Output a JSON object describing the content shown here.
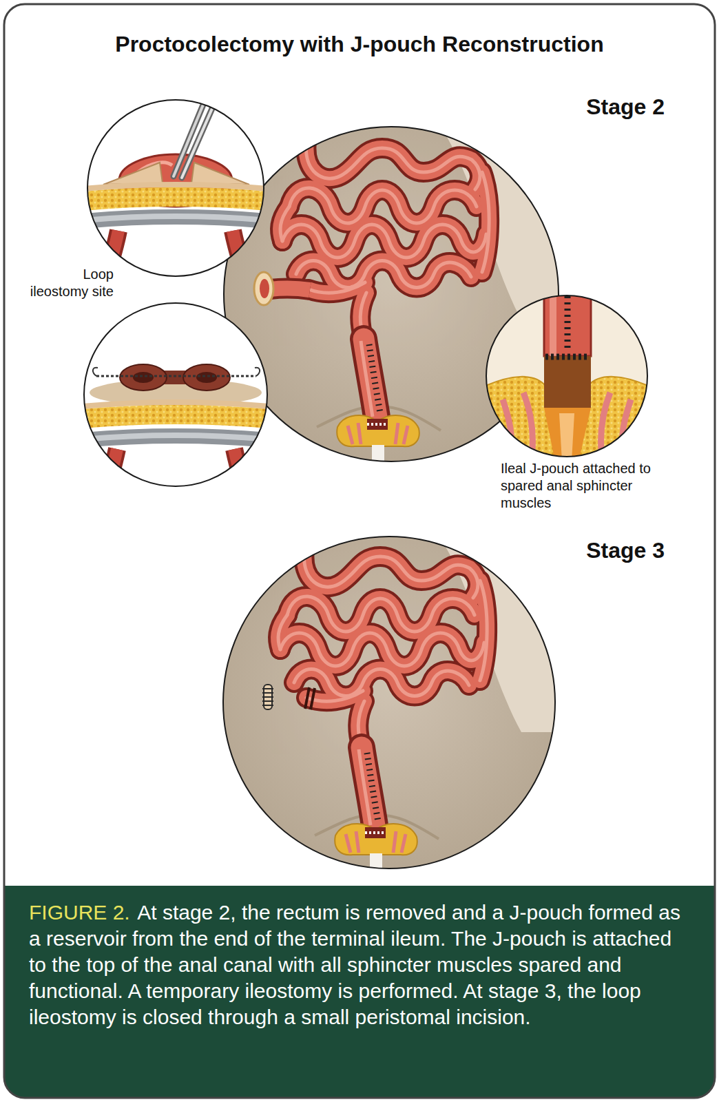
{
  "diagram": {
    "title": "Proctocolectomy with J-pouch Reconstruction",
    "caption": "At stage 2, the rectum is removed and a J-pouch formed as a reservoir from the end of the terminal ileum. The J-pouch is attached to the top of the anal canal with all sphincter muscles spared and functional. A temporary ileostomy is performed. At stage 3, the loop ileostomy is closed through a small peristomal incision.",
    "labels": [
      "Stage 2",
      "Loop ileostomy site",
      "Ileal J-pouch attached to spared anal sphincter muscles",
      "Stage 3",
      "FIGURE 2."
    ]
  }
}
